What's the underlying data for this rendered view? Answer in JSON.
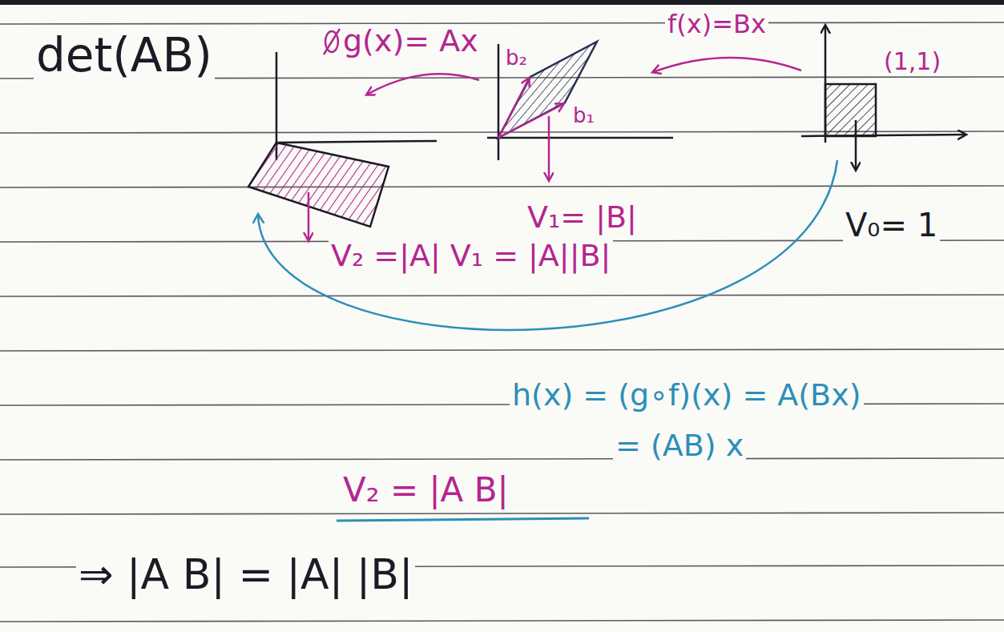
{
  "diagram": {
    "title": "det(AB)",
    "labels": [
      "g(x)= Ax",
      "f(x)=Bx",
      "b₂",
      "(1,1)",
      "b₁",
      "V₁= |B|",
      "V₀= 1",
      "V₂ =|A| V₁ = |A||B|",
      "h(x) = (g∘f)(x) = A(Bx)",
      "= (AB) x",
      "V₂ = |A B|",
      "⇒ |A B| = |A| |B|"
    ]
  }
}
